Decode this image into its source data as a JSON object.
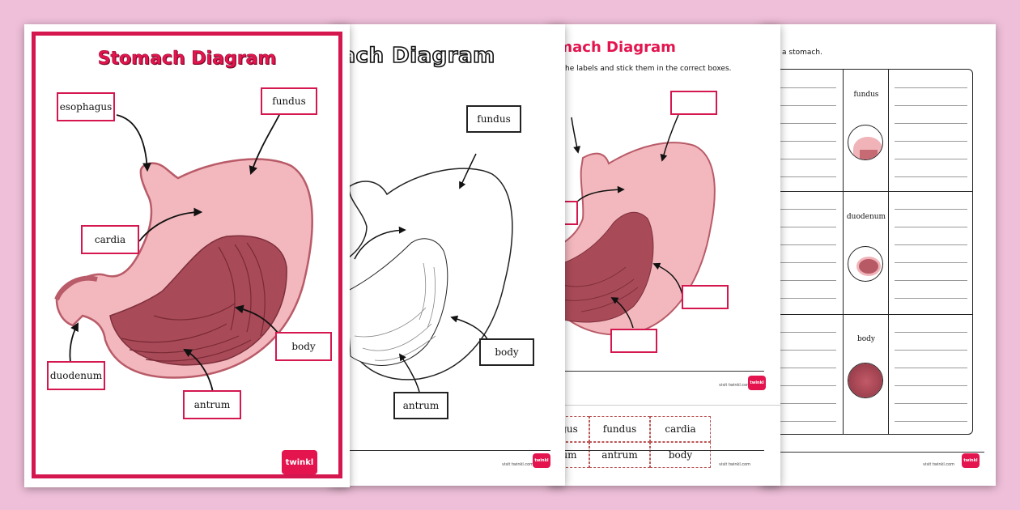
{
  "colors": {
    "background": "#efbfd9",
    "accent": "#d5174f",
    "stomach_light": "#f2b8bd",
    "stomach_dark": "#a94a58"
  },
  "poster": {
    "title": "Stomach Diagram",
    "labels": {
      "esophagus": "esophagus",
      "fundus": "fundus",
      "cardia": "cardia",
      "body": "body",
      "duodenum": "duodenum",
      "antrum": "antrum"
    },
    "logo": "twinkl"
  },
  "coloring": {
    "title": "mach Diagram",
    "labels": {
      "fundus": "fundus",
      "body": "body",
      "antrum": "antrum"
    }
  },
  "cutstick": {
    "title": "omach Diagram",
    "instructions": "he labels and stick them in the correct boxes.",
    "grid": [
      "gus",
      "fundus",
      "cardia",
      "um",
      "antrum",
      "body"
    ],
    "footer": "visit twinkl.com"
  },
  "worksheet": {
    "instructions": "f a stomach.",
    "rows": [
      "fundus",
      "duodenum",
      "body"
    ],
    "footer": "visit twinkl.com"
  }
}
